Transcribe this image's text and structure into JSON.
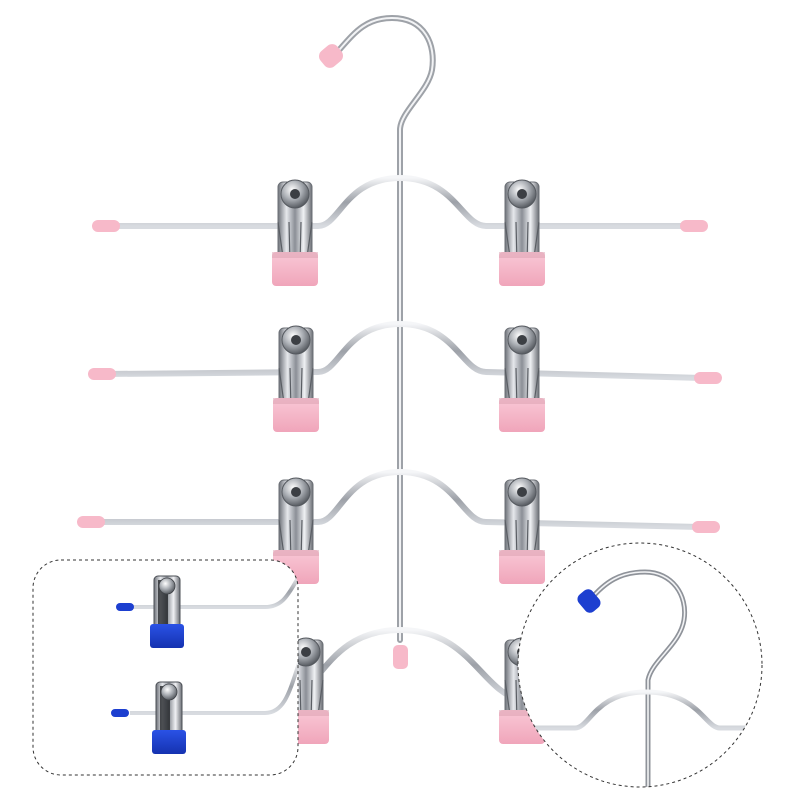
{
  "product": {
    "tiers": 4,
    "clips_per_tier": 2,
    "colors": {
      "background": "#ffffff",
      "chrome_dark": "#8c8f95",
      "chrome_light": "#e9ebee",
      "tip_pink": "#f7b9c9",
      "tip_blue": "#1d3fd0",
      "inset_border": "#333333"
    }
  },
  "insets": [
    {
      "name": "blue-clip-variant",
      "shape": "rounded-rect",
      "clips": 2,
      "tip_color": "blue"
    },
    {
      "name": "hook-closeup",
      "shape": "circle",
      "tip_color": "blue"
    }
  ]
}
